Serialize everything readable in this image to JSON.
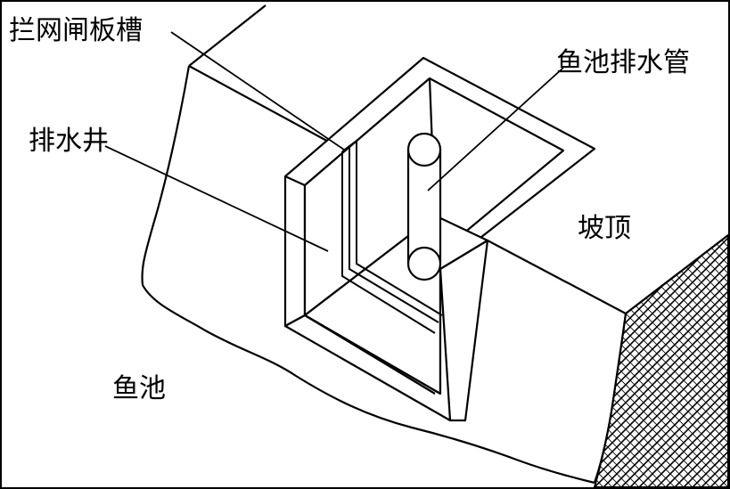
{
  "labels": {
    "screen_slot": "拦网闸板槽",
    "drain_pipe": "鱼池排水管",
    "drain_well": "排水井",
    "slope_top": "坡顶",
    "fish_pond": "鱼池"
  },
  "colors": {
    "ink": "#000000",
    "paper": "#ffffff"
  }
}
